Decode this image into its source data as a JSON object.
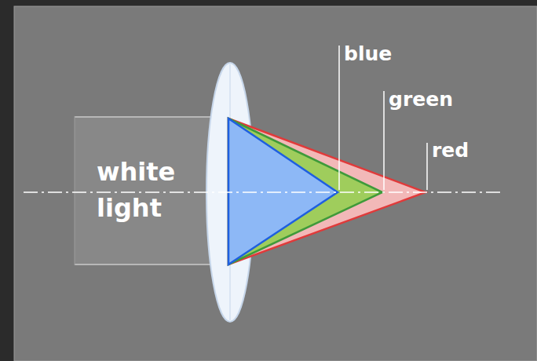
{
  "diagram": {
    "nodes": [
      {
        "text": [
          "white light"
        ]
      }
    ],
    "labels": [
      "blue",
      "green",
      "red"
    ]
  }
}
